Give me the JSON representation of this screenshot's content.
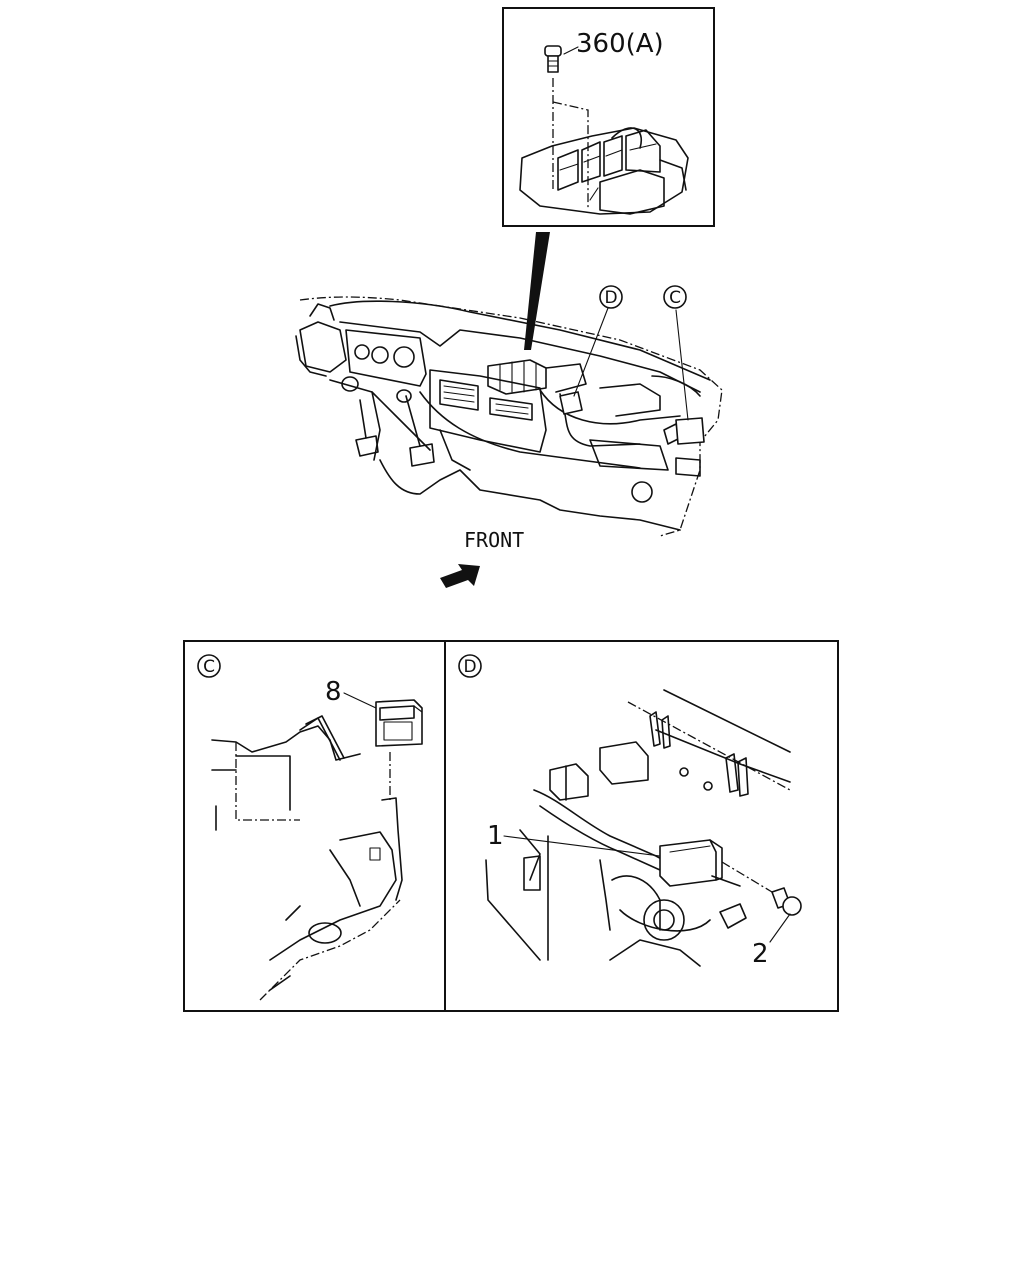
{
  "inset_top": {
    "callout": "360(A)"
  },
  "main_view": {
    "callout_d": "D",
    "callout_c": "C",
    "direction_label": "FRONT"
  },
  "detail_c": {
    "title": "C",
    "part_8": "8"
  },
  "detail_d": {
    "title": "D",
    "part_1": "1",
    "part_2": "2"
  }
}
